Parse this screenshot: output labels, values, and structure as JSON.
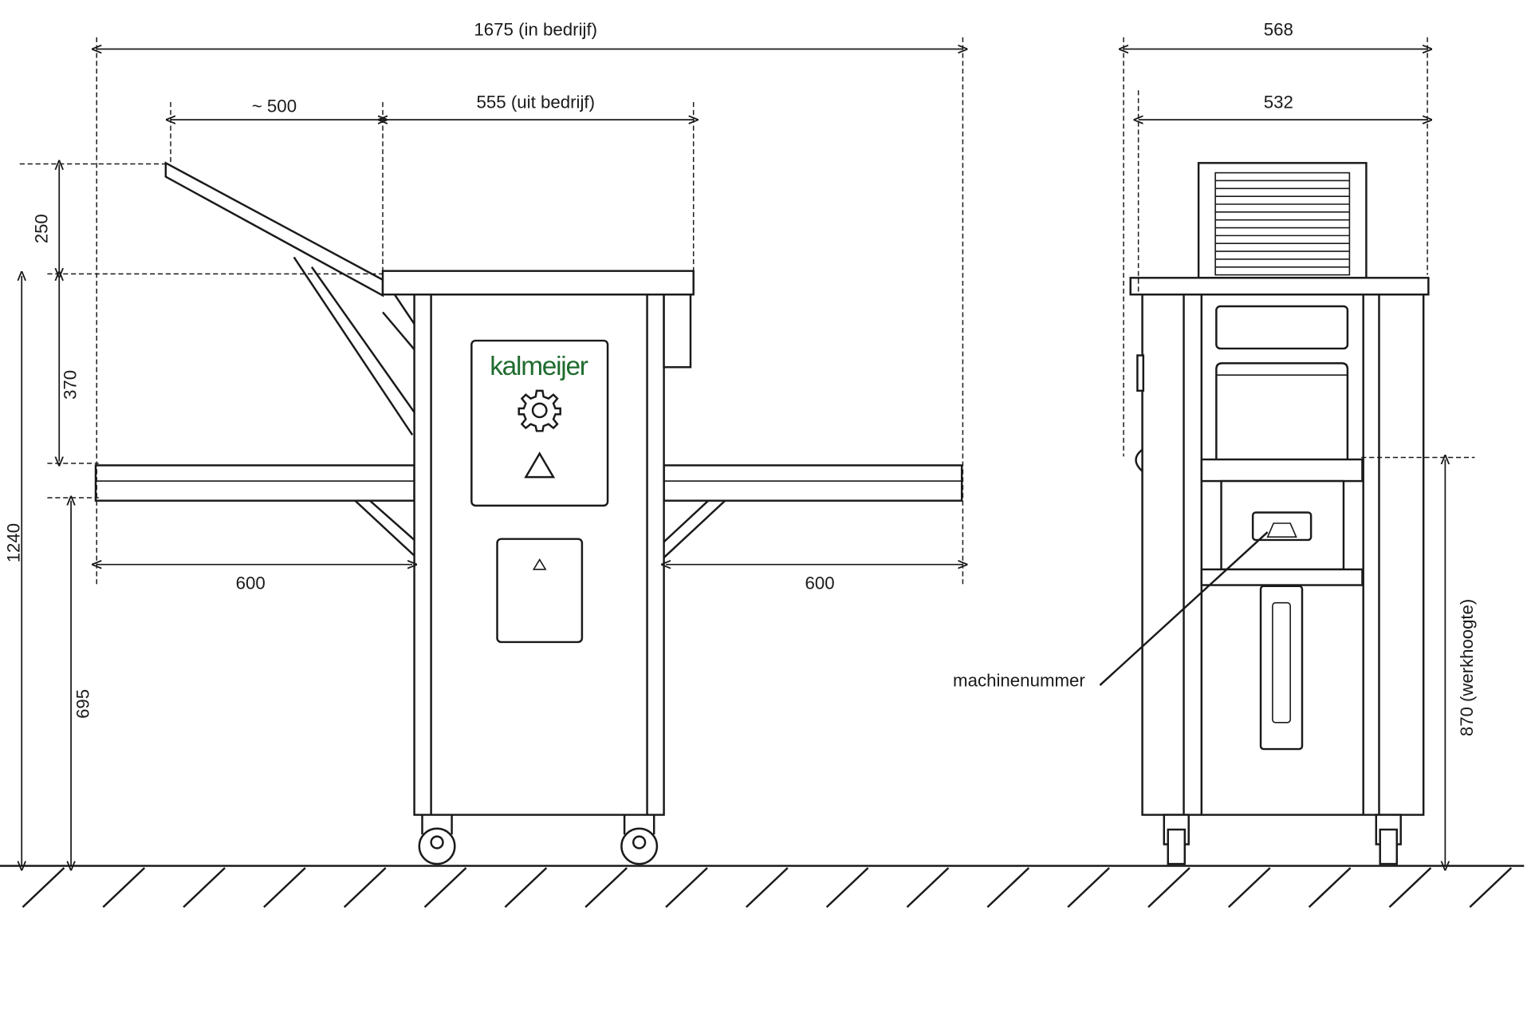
{
  "brand": {
    "logo_text": "kalmeijer",
    "color": "#1f6b2e"
  },
  "dimensions": {
    "total_width_in_use": "1675 (in bedrijf)",
    "arm_length": "~ 500",
    "width_out_of_use": "555 (uit bedrijf)",
    "arm_height": "250",
    "upper_height": "370",
    "total_height": "1240",
    "shelf_height": "695",
    "left_shelf": "600",
    "right_shelf": "600",
    "side_width_outer": "568",
    "side_width_inner": "532",
    "working_height": "870 (werkhoogte)"
  },
  "labels": {
    "machine_number": "machinenummer"
  },
  "icons": [
    "gear-icon",
    "triangle-icon",
    "triangle-small-icon"
  ]
}
